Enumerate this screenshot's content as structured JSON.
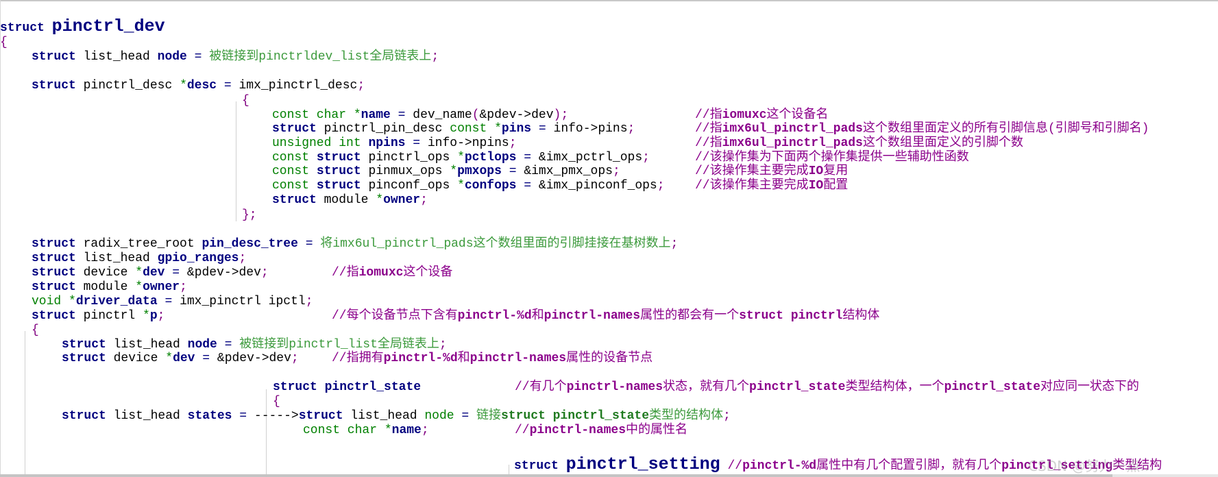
{
  "colors": {
    "keyword": "#00007f",
    "type": "#008000",
    "comment": "#8b008b",
    "annotation": "#3c9a3c",
    "brace": "#800080"
  },
  "watermark": "CSDN @努力一点...",
  "code": {
    "lines": [
      {
        "segs": [
          {
            "c": "kw",
            "t": "struct "
          },
          {
            "c": "big",
            "t": "pinctrl_dev"
          }
        ]
      },
      {
        "segs": [
          {
            "c": "br",
            "t": "{"
          }
        ]
      },
      {
        "segs": [
          {
            "c": "kw",
            "t": "struct "
          },
          {
            "c": "id",
            "t": "list_head "
          },
          {
            "c": "var",
            "t": "node "
          },
          {
            "c": "op",
            "t": "= "
          },
          {
            "c": "gr",
            "t": "被链接到pinctrldev_list全局链表上"
          },
          {
            "c": "pu",
            "t": ";"
          }
        ]
      },
      {
        "segs": [
          {
            "c": "kw",
            "t": "struct "
          },
          {
            "c": "id",
            "t": "pinctrl_desc "
          },
          {
            "c": "st",
            "t": "*"
          },
          {
            "c": "var",
            "t": "desc "
          },
          {
            "c": "op",
            "t": "= "
          },
          {
            "c": "id",
            "t": "imx_pinctrl_desc"
          },
          {
            "c": "pu",
            "t": ";"
          }
        ]
      },
      {
        "segs": [
          {
            "c": "br",
            "t": "{"
          }
        ]
      },
      {
        "segs": [
          {
            "c": "ty",
            "t": "const char "
          },
          {
            "c": "st",
            "t": "*"
          },
          {
            "c": "var",
            "t": "name "
          },
          {
            "c": "op",
            "t": "= "
          },
          {
            "c": "id",
            "t": "dev_name"
          },
          {
            "c": "pu",
            "t": "("
          },
          {
            "c": "id",
            "t": "&pdev->dev"
          },
          {
            "c": "pu",
            "t": ");"
          }
        ]
      },
      {
        "segs": [
          {
            "c": "kw",
            "t": "struct "
          },
          {
            "c": "id",
            "t": "pinctrl_pin_desc "
          },
          {
            "c": "ty",
            "t": "const "
          },
          {
            "c": "st",
            "t": "*"
          },
          {
            "c": "var",
            "t": "pins "
          },
          {
            "c": "op",
            "t": "= "
          },
          {
            "c": "id",
            "t": "info->pins"
          },
          {
            "c": "pu",
            "t": ";"
          }
        ]
      },
      {
        "segs": [
          {
            "c": "ty",
            "t": "unsigned int "
          },
          {
            "c": "var",
            "t": "npins "
          },
          {
            "c": "op",
            "t": "= "
          },
          {
            "c": "id",
            "t": "info->npins"
          },
          {
            "c": "pu",
            "t": ";"
          }
        ]
      },
      {
        "segs": [
          {
            "c": "ty",
            "t": "const "
          },
          {
            "c": "kw",
            "t": "struct "
          },
          {
            "c": "id",
            "t": "pinctrl_ops "
          },
          {
            "c": "st",
            "t": "*"
          },
          {
            "c": "var",
            "t": "pctlops "
          },
          {
            "c": "op",
            "t": "= "
          },
          {
            "c": "id",
            "t": "&imx_pctrl_ops"
          },
          {
            "c": "pu",
            "t": ";"
          }
        ]
      },
      {
        "segs": [
          {
            "c": "ty",
            "t": "const "
          },
          {
            "c": "kw",
            "t": "struct "
          },
          {
            "c": "id",
            "t": "pinmux_ops "
          },
          {
            "c": "st",
            "t": "*"
          },
          {
            "c": "var",
            "t": "pmxops "
          },
          {
            "c": "op",
            "t": "= "
          },
          {
            "c": "id",
            "t": "&imx_pmx_ops"
          },
          {
            "c": "pu",
            "t": ";"
          }
        ]
      },
      {
        "segs": [
          {
            "c": "ty",
            "t": "const "
          },
          {
            "c": "kw",
            "t": "struct "
          },
          {
            "c": "id",
            "t": "pinconf_ops "
          },
          {
            "c": "st",
            "t": "*"
          },
          {
            "c": "var",
            "t": "confops "
          },
          {
            "c": "op",
            "t": "= "
          },
          {
            "c": "id",
            "t": "&imx_pinconf_ops"
          },
          {
            "c": "pu",
            "t": ";"
          }
        ]
      },
      {
        "segs": [
          {
            "c": "kw",
            "t": "struct "
          },
          {
            "c": "id",
            "t": "module "
          },
          {
            "c": "st",
            "t": "*"
          },
          {
            "c": "var",
            "t": "owner"
          },
          {
            "c": "pu",
            "t": ";"
          }
        ]
      },
      {
        "segs": [
          {
            "c": "br",
            "t": "};"
          }
        ]
      },
      {
        "segs": [
          {
            "c": "cm",
            "t": "//指"
          },
          {
            "c": "cmb",
            "t": "iomuxc"
          },
          {
            "c": "cm",
            "t": "这个设备名"
          }
        ]
      },
      {
        "segs": [
          {
            "c": "cm",
            "t": "//指"
          },
          {
            "c": "cmb",
            "t": "imx6ul_pinctrl_pads"
          },
          {
            "c": "cm",
            "t": "这个数组里面定义的所有引脚信息(引脚号和引脚名)"
          }
        ]
      },
      {
        "segs": [
          {
            "c": "cm",
            "t": "//指"
          },
          {
            "c": "cmb",
            "t": "imx6ul_pinctrl_pads"
          },
          {
            "c": "cm",
            "t": "这个数组里面定义的引脚个数"
          }
        ]
      },
      {
        "segs": [
          {
            "c": "cm",
            "t": "//该操作集为下面两个操作集提供一些辅助性函数"
          }
        ]
      },
      {
        "segs": [
          {
            "c": "cm",
            "t": "//该操作集主要完成"
          },
          {
            "c": "cmb",
            "t": "IO"
          },
          {
            "c": "cm",
            "t": "复用"
          }
        ]
      },
      {
        "segs": [
          {
            "c": "cm",
            "t": "//该操作集主要完成"
          },
          {
            "c": "cmb",
            "t": "IO"
          },
          {
            "c": "cm",
            "t": "配置"
          }
        ]
      },
      {
        "segs": [
          {
            "c": "kw",
            "t": "struct "
          },
          {
            "c": "id",
            "t": "radix_tree_root "
          },
          {
            "c": "var",
            "t": "pin_desc_tree "
          },
          {
            "c": "op",
            "t": "= "
          },
          {
            "c": "gr",
            "t": "将imx6ul_pinctrl_pads这个数组里面的引脚挂接在基树数上"
          },
          {
            "c": "pu",
            "t": ";"
          }
        ]
      },
      {
        "segs": [
          {
            "c": "kw",
            "t": "struct "
          },
          {
            "c": "id",
            "t": "list_head "
          },
          {
            "c": "var",
            "t": "gpio_ranges"
          },
          {
            "c": "pu",
            "t": ";"
          }
        ]
      },
      {
        "segs": [
          {
            "c": "kw",
            "t": "struct "
          },
          {
            "c": "id",
            "t": "device "
          },
          {
            "c": "st",
            "t": "*"
          },
          {
            "c": "var",
            "t": "dev "
          },
          {
            "c": "op",
            "t": "= "
          },
          {
            "c": "id",
            "t": "&pdev->dev"
          },
          {
            "c": "pu",
            "t": ";"
          }
        ]
      },
      {
        "segs": [
          {
            "c": "kw",
            "t": "struct "
          },
          {
            "c": "id",
            "t": "module "
          },
          {
            "c": "st",
            "t": "*"
          },
          {
            "c": "var",
            "t": "owner"
          },
          {
            "c": "pu",
            "t": ";"
          }
        ]
      },
      {
        "segs": [
          {
            "c": "ty",
            "t": "void "
          },
          {
            "c": "st",
            "t": "*"
          },
          {
            "c": "var",
            "t": "driver_data "
          },
          {
            "c": "op",
            "t": "= "
          },
          {
            "c": "id",
            "t": "imx_pinctrl ipctl"
          },
          {
            "c": "pu",
            "t": ";"
          }
        ]
      },
      {
        "segs": [
          {
            "c": "kw",
            "t": "struct "
          },
          {
            "c": "id",
            "t": "pinctrl "
          },
          {
            "c": "st",
            "t": "*"
          },
          {
            "c": "var",
            "t": "p"
          },
          {
            "c": "pu",
            "t": ";"
          }
        ]
      },
      {
        "segs": [
          {
            "c": "cm",
            "t": "//指"
          },
          {
            "c": "cmb",
            "t": "iomuxc"
          },
          {
            "c": "cm",
            "t": "这个设备"
          }
        ]
      },
      {
        "segs": [
          {
            "c": "cm",
            "t": "//每个设备节点下含有"
          },
          {
            "c": "cmb",
            "t": "pinctrl-%d"
          },
          {
            "c": "cm",
            "t": "和"
          },
          {
            "c": "cmb",
            "t": "pinctrl-names"
          },
          {
            "c": "cm",
            "t": "属性的都会有一个"
          },
          {
            "c": "cmb",
            "t": "struct pinctrl"
          },
          {
            "c": "cm",
            "t": "结构体"
          }
        ]
      },
      {
        "segs": [
          {
            "c": "br",
            "t": "{"
          }
        ]
      },
      {
        "segs": [
          {
            "c": "kw",
            "t": "struct "
          },
          {
            "c": "id",
            "t": "list_head "
          },
          {
            "c": "var",
            "t": "node "
          },
          {
            "c": "op",
            "t": "= "
          },
          {
            "c": "gr",
            "t": "被链接到pinctrl_list全局链表上"
          },
          {
            "c": "pu",
            "t": ";"
          }
        ]
      },
      {
        "segs": [
          {
            "c": "kw",
            "t": "struct "
          },
          {
            "c": "id",
            "t": "device "
          },
          {
            "c": "st",
            "t": "*"
          },
          {
            "c": "var",
            "t": "dev "
          },
          {
            "c": "op",
            "t": "= "
          },
          {
            "c": "id",
            "t": "&pdev->dev"
          },
          {
            "c": "pu",
            "t": ";"
          }
        ]
      },
      {
        "segs": [
          {
            "c": "cm",
            "t": "//指拥有"
          },
          {
            "c": "cmb",
            "t": "pinctrl-%d"
          },
          {
            "c": "cm",
            "t": "和"
          },
          {
            "c": "cmb",
            "t": "pinctrl-names"
          },
          {
            "c": "cm",
            "t": "属性的设备节点"
          }
        ]
      },
      {
        "segs": [
          {
            "c": "kw",
            "t": "struct "
          },
          {
            "c": "var",
            "t": "pinctrl_state"
          }
        ]
      },
      {
        "segs": [
          {
            "c": "cm",
            "t": "//有几个"
          },
          {
            "c": "cmb",
            "t": "pinctrl-names"
          },
          {
            "c": "cm",
            "t": "状态，就有几个"
          },
          {
            "c": "cmb",
            "t": "pinctrl_state"
          },
          {
            "c": "cm",
            "t": "类型结构体，一个"
          },
          {
            "c": "cmb",
            "t": "pinctrl_state"
          },
          {
            "c": "cm",
            "t": "对应同一状态下的"
          }
        ]
      },
      {
        "segs": [
          {
            "c": "br",
            "t": "{"
          }
        ]
      },
      {
        "segs": [
          {
            "c": "kw",
            "t": "struct "
          },
          {
            "c": "id",
            "t": "list_head "
          },
          {
            "c": "var",
            "t": "states "
          },
          {
            "c": "op",
            "t": "= "
          },
          {
            "c": "id",
            "t": "----->"
          },
          {
            "c": "kw",
            "t": "struct "
          },
          {
            "c": "id",
            "t": "list_head "
          },
          {
            "c": "ty",
            "t": "node "
          },
          {
            "c": "op",
            "t": "= "
          },
          {
            "c": "gr",
            "t": "链接"
          },
          {
            "c": "grb",
            "t": "struct pinctrl_state"
          },
          {
            "c": "gr",
            "t": "类型的结构体"
          },
          {
            "c": "pu",
            "t": ";"
          }
        ]
      },
      {
        "segs": [
          {
            "c": "ty",
            "t": "const char "
          },
          {
            "c": "st",
            "t": "*"
          },
          {
            "c": "var",
            "t": "name"
          },
          {
            "c": "pu",
            "t": ";"
          }
        ]
      },
      {
        "segs": [
          {
            "c": "cm",
            "t": "//"
          },
          {
            "c": "cmb",
            "t": "pinctrl-names"
          },
          {
            "c": "cm",
            "t": "中的属性名"
          }
        ]
      },
      {
        "segs": [
          {
            "c": "kw",
            "t": "struct "
          },
          {
            "c": "big",
            "t": "pinctrl_setting"
          },
          {
            "c": "cm",
            "t": " //"
          },
          {
            "c": "cmb",
            "t": "pinctrl-%d"
          },
          {
            "c": "cm",
            "t": "属性中有几个配置引脚，就有几个"
          },
          {
            "c": "cmb",
            "t": "pinctrl_setting"
          },
          {
            "c": "cm",
            "t": "类型结构"
          }
        ]
      }
    ]
  }
}
